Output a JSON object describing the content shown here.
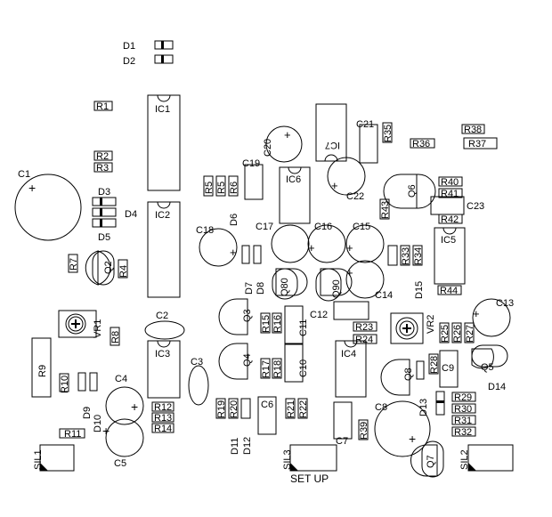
{
  "labels": {
    "D1": "D1",
    "D2": "D2",
    "R1": "R1",
    "IC1": "IC1",
    "R2": "R2",
    "R3": "R3",
    "C1": "C1",
    "D3": "D3",
    "D4": "D4",
    "D5": "D5",
    "IC2": "IC2",
    "R7": "R7",
    "Q2": "Q2",
    "R4": "R4",
    "VR1": "VR1",
    "R8": "R8",
    "C2": "C2",
    "IC3": "IC3",
    "C3": "C3",
    "R9": "R9",
    "R10": "R10",
    "C4": "C4",
    "R12": "R12",
    "R13": "R13",
    "R14": "R14",
    "D9": "D9",
    "D10": "D10",
    "R11": "R11",
    "C5": "C5",
    "SIL1": "SIL1",
    "C20": "C20",
    "IC7": "IC7",
    "C21": "C21",
    "R35": "R35",
    "R36": "R36",
    "R38": "R38",
    "R37": "R37",
    "C19": "C19",
    "R5": "R5",
    "R6": "R6",
    "IC6": "IC6",
    "C22": "C22",
    "Q5b": "Q6",
    "R40": "R40",
    "R41": "R41",
    "R42": "R42",
    "C23": "C23",
    "R43": "R43",
    "D6": "D6",
    "C18": "C18",
    "C17": "C17",
    "C16": "C16",
    "C15": "C15",
    "IC5": "IC5",
    "R33": "R33",
    "R34": "R34",
    "D7": "D7",
    "D8": "D8",
    "Q80": "Q80",
    "Q90": "Q90",
    "C14": "C14",
    "D15": "D15",
    "R44": "R44",
    "C13": "C13",
    "Q3": "Q3",
    "R15": "R15",
    "R16": "R16",
    "C11": "C11",
    "C12": "C12",
    "R23": "R23",
    "R24": "R24",
    "VR2": "VR2",
    "R25": "R25",
    "R26": "R26",
    "R27": "R27",
    "Q4": "Q4",
    "R17": "R17",
    "R18": "R18",
    "C10": "C10",
    "IC4": "IC4",
    "Q5": "Q5",
    "R28": "R28",
    "C9": "C9",
    "Q8": "Q8",
    "D14": "D14",
    "R19": "R19",
    "R20": "R20",
    "C6": "C6",
    "R21": "R21",
    "R22": "R22",
    "C8": "C8",
    "D13": "D13",
    "R29": "R29",
    "R30": "R30",
    "R31": "R31",
    "R32": "R32",
    "D11": "D11",
    "D12": "D12",
    "C7": "C7",
    "R39": "R39",
    "Q7": "Q7",
    "SIL3": "SIL3",
    "SIL2": "SIL2",
    "SETUP": "SET UP"
  }
}
